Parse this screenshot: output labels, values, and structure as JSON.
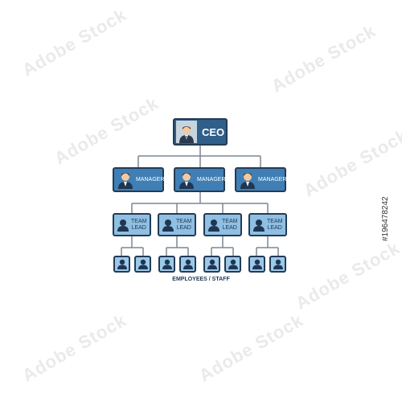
{
  "watermark": {
    "text": "Adobe Stock"
  },
  "stock_id": "#196478242",
  "ceo": {
    "label": "CEO",
    "icon": "executive-icon"
  },
  "managers": [
    {
      "label": "MANAGER"
    },
    {
      "label": "MANAGER"
    },
    {
      "label": "MANAGER"
    }
  ],
  "team_leads": [
    {
      "label_line1": "TEAM",
      "label_line2": "LEAD"
    },
    {
      "label_line1": "TEAM",
      "label_line2": "LEAD"
    },
    {
      "label_line1": "TEAM",
      "label_line2": "LEAD"
    },
    {
      "label_line1": "TEAM",
      "label_line2": "LEAD"
    }
  ],
  "employees_count": 8,
  "footer": "EMPLOYEES / STAFF",
  "colors": {
    "ceo": "#2f5f8a",
    "manager": "#3f7fb5",
    "lead": "#8fbfe3",
    "employee": "#9cc9ea",
    "line": "#6f7d8a",
    "border": "#243b55"
  }
}
